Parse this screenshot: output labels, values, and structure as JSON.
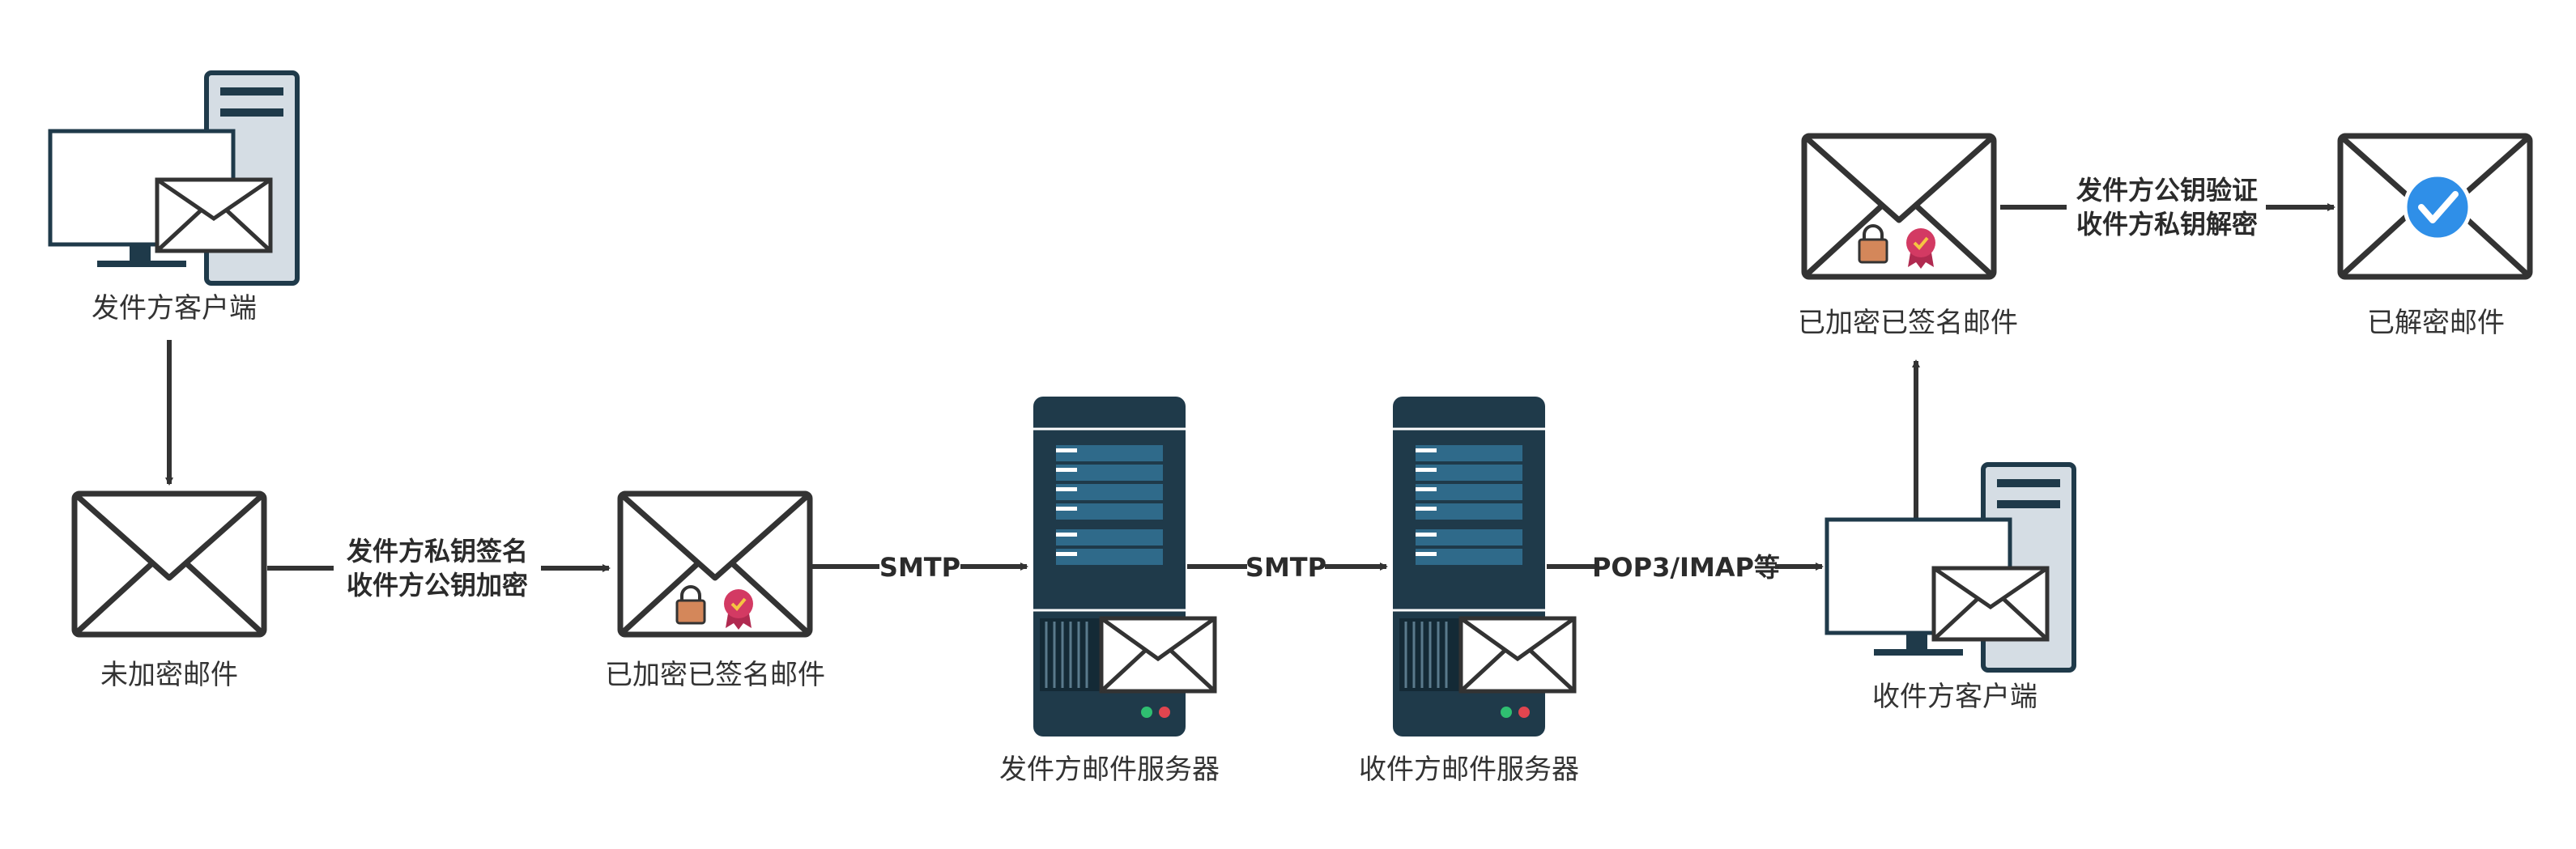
{
  "nodes": {
    "sender_client": "发件方客户端",
    "unencrypted_mail": "未加密邮件",
    "signed_encrypted_mail": "已加密已签名邮件",
    "sender_server": "发件方邮件服务器",
    "receiver_server": "收件方邮件服务器",
    "receiver_client": "收件方客户端",
    "received_signed_encrypted_mail": "已加密已签名邮件",
    "decrypted_mail": "已解密邮件"
  },
  "edges": {
    "sign_encrypt_line1": "发件方私钥签名",
    "sign_encrypt_line2": "收件方公钥加密",
    "smtp_1": "SMTP",
    "smtp_2": "SMTP",
    "pop3_imap": "POP3/IMAP等",
    "verify_decrypt_line1": "发件方公钥验证",
    "verify_decrypt_line2": "收件方私钥解密"
  },
  "icons": {
    "lock": "lock-icon",
    "seal": "seal-icon",
    "check": "check-icon"
  },
  "colors": {
    "stroke": "#333333",
    "server_dark": "#1f3a4a",
    "server_bar": "#2f6a8a",
    "lock": "#d4875a",
    "seal": "#d33a63",
    "check": "#2f8fe8"
  }
}
